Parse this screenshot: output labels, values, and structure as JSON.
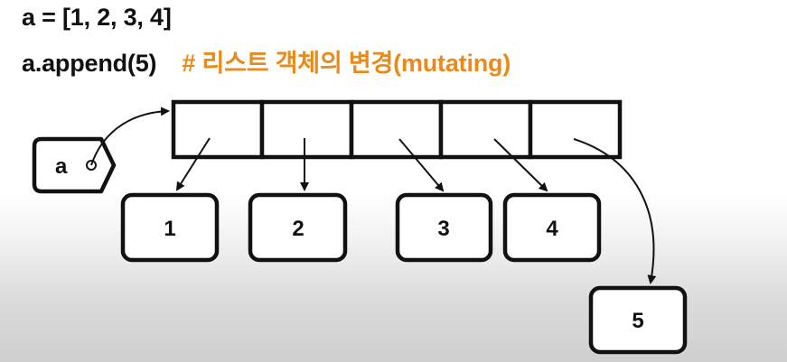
{
  "code": {
    "line1": "a = [1, 2, 3, 4]",
    "line2_code": "a.append(5)",
    "line2_comment": "# 리스트 객체의 변경(mutating)"
  },
  "variable": {
    "name": "a"
  },
  "list_slots": 5,
  "values": [
    "1",
    "2",
    "3",
    "4",
    "5"
  ],
  "colors": {
    "comment": "#ea8a1a",
    "stroke": "#111111"
  }
}
